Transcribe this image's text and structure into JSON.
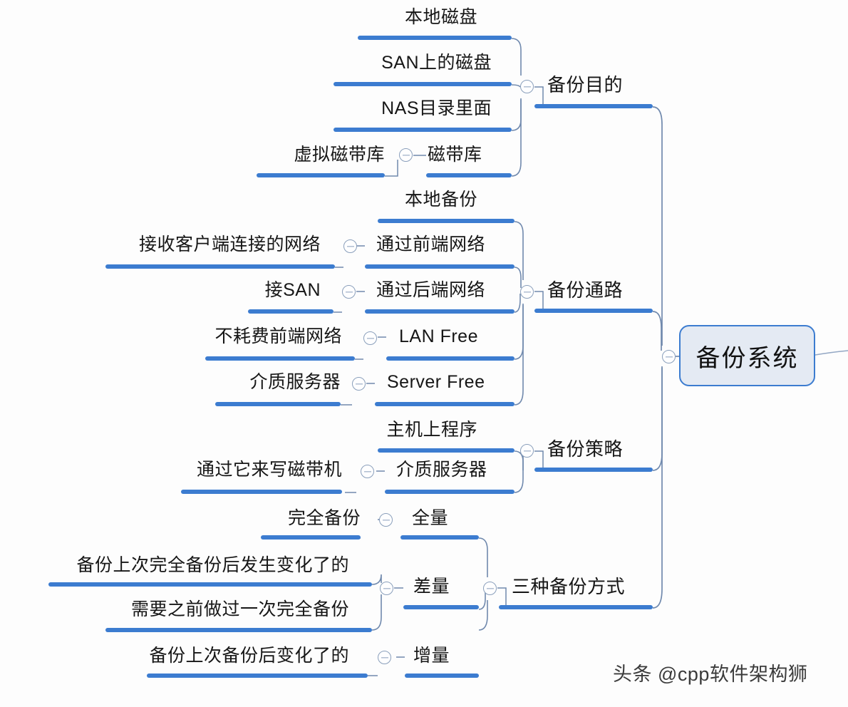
{
  "diagram": {
    "title": "备份系统",
    "background_color": "#fdfdfd",
    "accent_color": "#3c7cd0",
    "connector_color": "#6f86ab",
    "root_fill_color": "#e4eaf3"
  },
  "root": {
    "label": "备份系统",
    "collapse_icon": "minus-circle-icon"
  },
  "branches": [
    {
      "label": "备份目的",
      "children": [
        {
          "label": "本地磁盘",
          "children": []
        },
        {
          "label": "SAN上的磁盘",
          "children": []
        },
        {
          "label": "NAS目录里面",
          "children": []
        },
        {
          "label": "磁带库",
          "children": [
            {
              "label": "虚拟磁带库"
            }
          ]
        }
      ]
    },
    {
      "label": "备份通路",
      "children": [
        {
          "label": "本地备份",
          "children": []
        },
        {
          "label": "通过前端网络",
          "children": [
            {
              "label": "接收客户端连接的网络"
            }
          ]
        },
        {
          "label": "通过后端网络",
          "children": [
            {
              "label": "接SAN"
            }
          ]
        },
        {
          "label": "LAN Free",
          "children": [
            {
              "label": "不耗费前端网络"
            }
          ]
        },
        {
          "label": "Server Free",
          "children": [
            {
              "label": "介质服务器"
            }
          ]
        }
      ]
    },
    {
      "label": "备份策略",
      "children": [
        {
          "label": "主机上程序",
          "children": []
        },
        {
          "label": "介质服务器",
          "children": [
            {
              "label": "通过它来写磁带机"
            }
          ]
        }
      ]
    },
    {
      "label": "三种备份方式",
      "children": [
        {
          "label": "全量",
          "children": [
            {
              "label": "完全备份"
            }
          ]
        },
        {
          "label": "差量",
          "children": [
            {
              "label": "备份上次完全备份后发生变化了的"
            },
            {
              "label": "需要之前做过一次完全备份"
            }
          ]
        },
        {
          "label": "增量",
          "children": [
            {
              "label": "备份上次备份后变化了的"
            }
          ]
        }
      ]
    }
  ],
  "nodes": {
    "n_bendi_cipan": "本地磁盘",
    "n_san_cipan": "SAN上的磁盘",
    "n_nas_mulu": "NAS目录里面",
    "n_cidaiku": "磁带库",
    "n_xuni_cidaiku": "虚拟磁带库",
    "n_beifen_mudi": "备份目的",
    "n_bendi_beifen": "本地备份",
    "n_qianduan_wangluo": "通过前端网络",
    "n_jieshou_kehuduan": "接收客户端连接的网络",
    "n_houduan_wangluo": "通过后端网络",
    "n_jie_san": "接SAN",
    "n_lan_free": "LAN Free",
    "n_buhaofei": "不耗费前端网络",
    "n_server_free": "Server Free",
    "n_jiezhi_fuwuqi_1": "介质服务器",
    "n_beifen_tonglu": "备份通路",
    "n_zhuji_chengxu": "主机上程序",
    "n_jiezhi_fuwuqi_2": "介质服务器",
    "n_tongguo_ta": "通过它来写磁带机",
    "n_beifen_celve": "备份策略",
    "n_quanliang": "全量",
    "n_wanquan_beifen": "完全备份",
    "n_chaliang": "差量",
    "n_beifen_shangci_wanquan": "备份上次完全备份后发生变化了的",
    "n_xuyao_zhiqian": "需要之前做过一次完全备份",
    "n_zengliang": "增量",
    "n_beifen_shangci": "备份上次备份后变化了的",
    "n_sanzhong_fangshi": "三种备份方式"
  },
  "watermark": {
    "text": "头条 @cpp软件架构狮"
  }
}
